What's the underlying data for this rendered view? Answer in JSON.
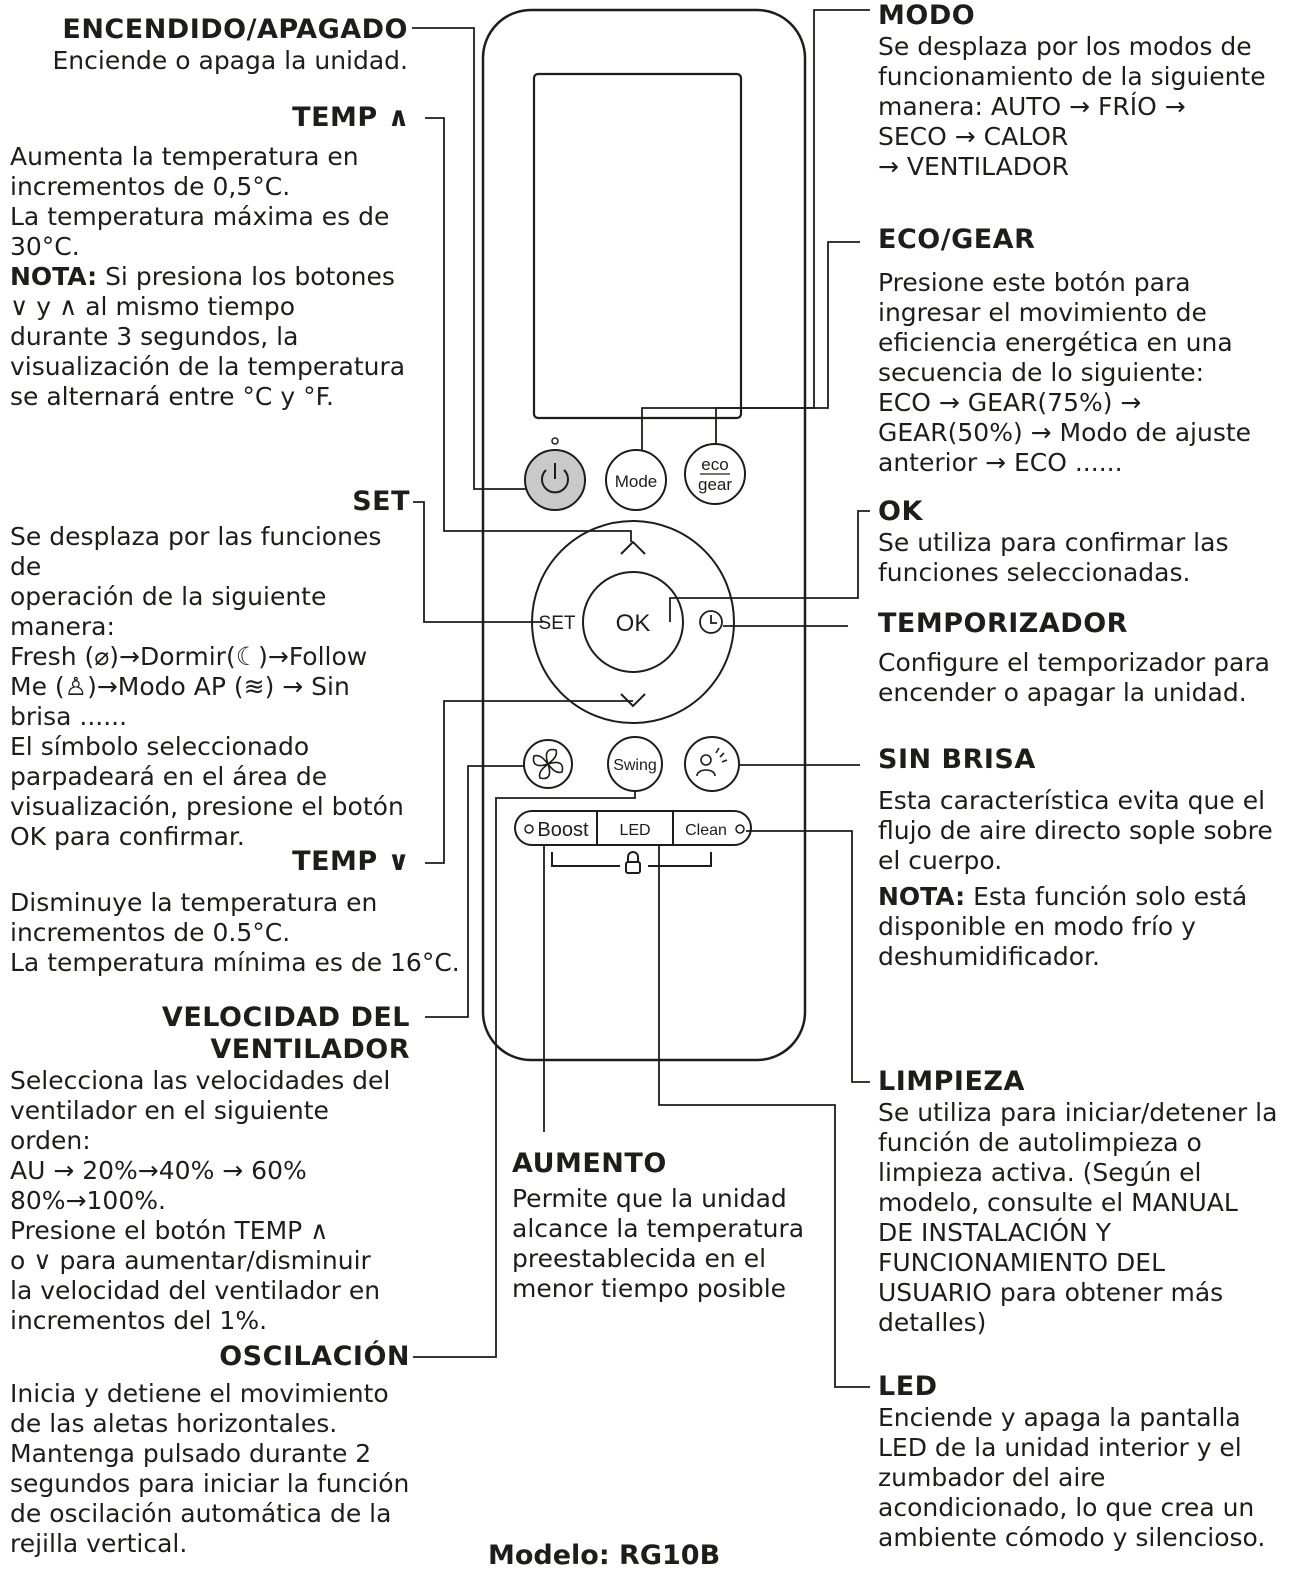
{
  "remote": {
    "buttons": {
      "mode": "Mode",
      "eco_top": "eco",
      "eco_bottom": "gear",
      "set": "SET",
      "ok": "OK",
      "swing": "Swing",
      "boost": "Boost",
      "led": "LED",
      "clean": "Clean"
    }
  },
  "labels": {
    "power": {
      "title": "ENCENDIDO/APAGADO",
      "text": [
        "Enciende o apaga la unidad."
      ]
    },
    "temp_up": {
      "title": "TEMP ∧",
      "text": [
        "Aumenta la temperatura en",
        "incrementos de 0,5°C.",
        "La temperatura máxima es de",
        "30°C."
      ],
      "note_label": "NOTA:",
      "note": [
        "Si presiona los botones",
        "∨ y ∧ al mismo tiempo",
        "durante 3 segundos, la",
        "visualización de la temperatura",
        "se alternará entre °C y °F."
      ]
    },
    "set": {
      "title": "SET",
      "text": [
        "Se desplaza por las funciones de",
        "operación de la siguiente",
        "manera:",
        "Fresh (⌀)→Dormir(☾)→Follow",
        "Me (♙)→Modo AP (≋) → Sin",
        "brisa ......",
        "El símbolo seleccionado",
        "parpadeará en el área de",
        "visualización, presione el botón",
        "OK para confirmar."
      ]
    },
    "temp_down": {
      "title": "TEMP ∨",
      "text": [
        "Disminuye la temperatura en",
        "incrementos de 0.5°C.",
        "La temperatura mínima es de 16°C."
      ]
    },
    "fan": {
      "title_1": "VELOCIDAD DEL",
      "title_2": "VENTILADOR",
      "text": [
        "Selecciona las velocidades del",
        "ventilador en el siguiente orden:",
        "AU → 20%→40% → 60%",
        "80%→100%.",
        "Presione el botón TEMP ∧",
        "o ∨ para aumentar/disminuir",
        "la velocidad del ventilador en",
        "incrementos del 1%."
      ]
    },
    "swing": {
      "title": "OSCILACIÓN",
      "text": [
        "Inicia y detiene el movimiento",
        "de las aletas horizontales.",
        "Mantenga pulsado durante 2",
        "segundos para iniciar la función",
        "de oscilación automática de la",
        "rejilla vertical."
      ]
    },
    "mode": {
      "title": "MODO",
      "text": [
        "Se desplaza por los modos de",
        "funcionamiento de la siguiente",
        "manera: AUTO → FRÍO →",
        "SECO → CALOR",
        "→ VENTILADOR"
      ]
    },
    "eco": {
      "title": "ECO/GEAR",
      "text": [
        "Presione este botón para",
        "ingresar el movimiento de",
        "eficiencia energética en una",
        "secuencia de lo siguiente:",
        "ECO → GEAR(75%) →",
        "GEAR(50%) → Modo de ajuste",
        "anterior → ECO ......"
      ]
    },
    "ok": {
      "title": "OK",
      "text": [
        "Se utiliza para confirmar las",
        "funciones seleccionadas."
      ]
    },
    "timer": {
      "title": "TEMPORIZADOR",
      "text": [
        "Configure el temporizador para",
        "encender o apagar la unidad."
      ]
    },
    "breezeless": {
      "title": "SIN BRISA",
      "text": [
        "Esta característica evita que el",
        "flujo de aire directo sople sobre",
        "el cuerpo."
      ],
      "note_label": "NOTA:",
      "note": [
        "Esta función solo está",
        "disponible en modo frío y",
        "deshumidificador."
      ]
    },
    "clean": {
      "title": "LIMPIEZA",
      "text": [
        "Se utiliza para iniciar/detener la",
        "función de autolimpieza o",
        "limpieza activa. (Según el",
        "modelo, consulte el MANUAL",
        "DE INSTALACIÓN Y",
        "FUNCIONAMIENTO DEL",
        "USUARIO para obtener más",
        "detalles)"
      ]
    },
    "led": {
      "title": "LED",
      "text": [
        "Enciende y apaga la pantalla",
        "LED de la unidad interior y el",
        "zumbador del aire",
        "acondicionado, lo que crea un",
        "ambiente cómodo y silencioso."
      ]
    },
    "boost": {
      "title": "AUMENTO",
      "text": [
        "Permite que la unidad",
        "alcance la temperatura",
        "preestablecida en el",
        "menor tiempo posible"
      ]
    }
  },
  "model": "Modelo: RG10B",
  "colors": {
    "ink": "#1d1d1b",
    "power_fill": "#c9c9c9"
  }
}
